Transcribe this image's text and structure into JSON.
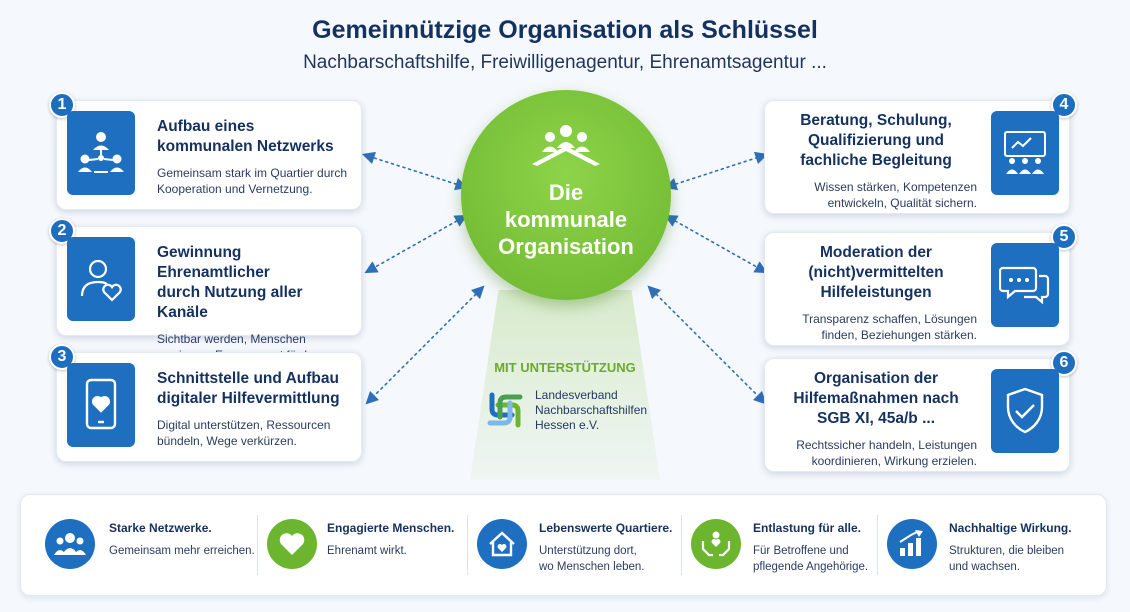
{
  "header": {
    "title": "Gemeinnützige Organisation als Schlüssel",
    "subtitle": "Nachbarschaftshilfe, Freiwilligenagentur, Ehrenamtsagentur ..."
  },
  "center": {
    "line1": "Die",
    "line2": "kommunale",
    "line3": "Organisation",
    "support_title": "MIT UNTERSTÜTZUNG",
    "support_org_line1": "Landesverband",
    "support_org_line2": "Nachbarschaftshilfen",
    "support_org_line3": "Hessen e.V."
  },
  "cards": [
    {
      "num": "1",
      "title_line1": "Aufbau eines",
      "title_line2": "kommunalen Netzwerks",
      "title_line3": "",
      "text_line1": "Gemeinsam stark im Quartier durch",
      "text_line2": "Kooperation und Vernetzung.",
      "icon": "network-people-icon"
    },
    {
      "num": "2",
      "title_line1": "Gewinnung Ehrenamtlicher",
      "title_line2": "durch Nutzung aller Kanäle",
      "title_line3": "",
      "text_line1": "Sichtbar werden, Menschen",
      "text_line2": "gewinnen, Engagement fördern.",
      "icon": "person-heart-icon"
    },
    {
      "num": "3",
      "title_line1": "Schnittstelle und Aufbau",
      "title_line2": "digitaler Hilfevermittlung",
      "title_line3": "",
      "text_line1": "Digital unterstützen, Ressourcen",
      "text_line2": "bündeln, Wege verkürzen.",
      "icon": "smartphone-heart-icon"
    },
    {
      "num": "4",
      "title_line1": "Beratung, Schulung,",
      "title_line2": "Qualifizierung und",
      "title_line3": "fachliche Begleitung",
      "text_line1": "Wissen stärken, Kompetenzen",
      "text_line2": "entwickeln, Qualität sichern.",
      "icon": "presentation-board-icon"
    },
    {
      "num": "5",
      "title_line1": "Moderation der",
      "title_line2": "(nicht)vermittelten",
      "title_line3": "Hilfeleistungen",
      "text_line1": "Transparenz schaffen, Lösungen",
      "text_line2": "finden, Beziehungen stärken.",
      "icon": "chat-bubbles-icon"
    },
    {
      "num": "6",
      "title_line1": "Organisation der",
      "title_line2": "Hilfemaßnahmen nach",
      "title_line3": "SGB XI, 45a/b ...",
      "text_line1": "Rechtssicher handeln, Leistungen",
      "text_line2": "koordinieren, Wirkung erzielen.",
      "icon": "shield-check-icon"
    }
  ],
  "bottom": [
    {
      "title": "Starke Netzwerke.",
      "text_line1": "Gemeinsam mehr erreichen.",
      "text_line2": "",
      "icon": "group-icon",
      "color": "#1f6fc0"
    },
    {
      "title": "Engagierte Menschen.",
      "text_line1": "Ehrenamt wirkt.",
      "text_line2": "",
      "icon": "heart-icon",
      "color": "#6cb52e"
    },
    {
      "title": "Lebenswerte Quartiere.",
      "text_line1": "Unterstützung dort,",
      "text_line2": "wo Menschen leben.",
      "icon": "house-heart-icon",
      "color": "#1f6fc0"
    },
    {
      "title": "Entlastung für alle.",
      "text_line1": "Für Betroffene und",
      "text_line2": "pflegende Angehörige.",
      "icon": "hands-care-icon",
      "color": "#6cb52e"
    },
    {
      "title": "Nachhaltige Wirkung.",
      "text_line1": "Strukturen, die bleiben",
      "text_line2": "und wachsen.",
      "icon": "growth-chart-icon",
      "color": "#1f6fc0"
    }
  ],
  "colors": {
    "blue": "#1f6fc0",
    "green": "#6cb52e",
    "navy": "#14315f"
  }
}
